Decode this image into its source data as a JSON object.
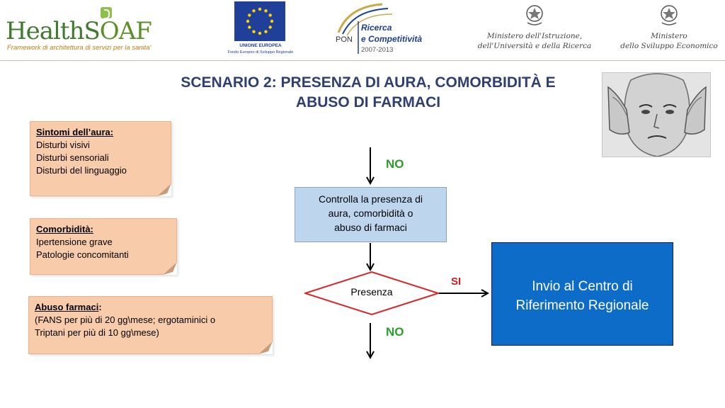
{
  "header": {
    "healthsoaf": {
      "word_a": "HealthS",
      "word_b": "OAF",
      "tagline": "Framework di architettura di servizi per la sanita'"
    },
    "eu": {
      "line1": "UNIONE EUROPEA",
      "line2": "Fondo Europeo di Sviluppo Regionale"
    },
    "pon": {
      "label": "PON",
      "line1": "Ricerca",
      "line2": "e Competitività",
      "years": "2007-2013"
    },
    "miur": {
      "line1": "Ministero dell'Istruzione,",
      "line2": "dell'Università e della Ricerca"
    },
    "mise": {
      "line1": "Ministero",
      "line2": "dello Sviluppo Economico"
    }
  },
  "title": {
    "line1": "SCENARIO 2: PRESENZA DI AURA, COMORBIDITÀ E",
    "line2": "ABUSO DI FARMACI"
  },
  "notes": {
    "aura": {
      "heading": "Sintomi dell’aura:",
      "items": [
        "Disturbi visivi",
        "Disturbi sensoriali",
        "Disturbi del linguaggio"
      ]
    },
    "comorbidity": {
      "heading": "Comorbidità:",
      "items": [
        "Ipertensione grave",
        "Patologie concomitanti"
      ]
    },
    "abuse": {
      "heading": "Abuso farmaci",
      "heading_suffix": ":",
      "items": [
        "(FANS per più di 20 gg\\mese; ergotaminici o",
        "Triptani per più di 10 gg\\mese)"
      ]
    }
  },
  "flow": {
    "label_no_top": "NO",
    "control_box": [
      "Controlla la presenza di",
      "aura, comorbidità o",
      "abuso di farmaci"
    ],
    "decision": "Presenza",
    "label_si": "SI",
    "label_no_bottom": "NO",
    "regional_box": [
      "Invio al Centro di",
      "Riferimento Regionale"
    ]
  },
  "colors": {
    "title": "#2d3f73",
    "note_fill": "#f8ccab",
    "control_fill": "#bdd6ee",
    "regional_fill": "#0d6cc7",
    "decision_border": "#d42a2a",
    "no_label": "#2e9a2e",
    "si_label": "#c81e1e"
  }
}
